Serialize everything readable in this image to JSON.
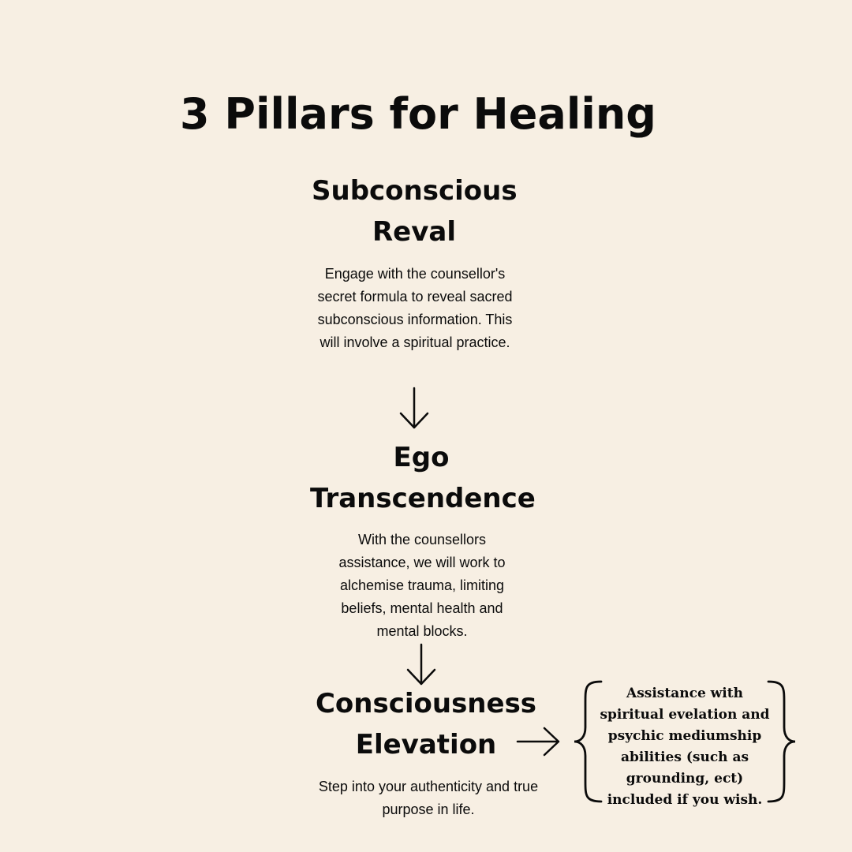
{
  "title": "3 Pillars for Healing",
  "pillars": [
    {
      "heading": "Subconscious\nReval",
      "description": "Engage with the counsellor's secret formula to reveal sacred subconscious information. This will involve a spiritual practice."
    },
    {
      "heading": "Ego\nTranscendence",
      "description": "With the counsellors assistance, we will work to alchemise trauma, limiting beliefs, mental health and mental blocks."
    },
    {
      "heading": "Consciousness\nElevation",
      "description": "Step into your authenticity and true purpose in life."
    }
  ],
  "side_note": "Assistance with spiritual evelation and psychic mediumship abilities (such as grounding, ect) included if you wish."
}
